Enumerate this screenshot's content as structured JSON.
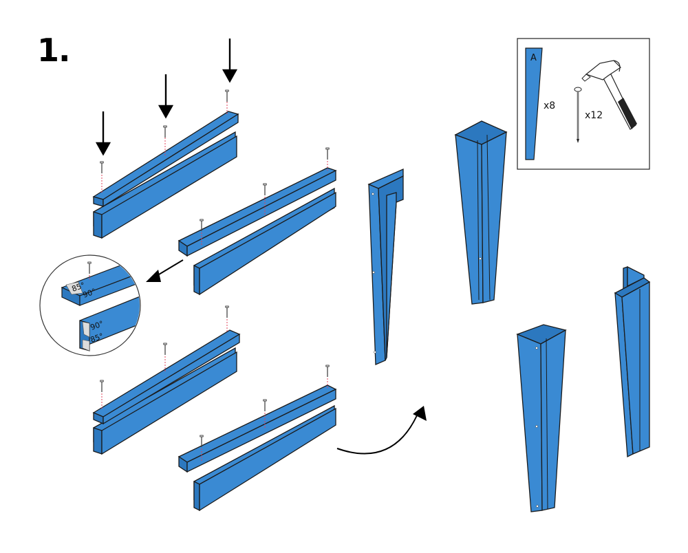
{
  "step": {
    "number": "1."
  },
  "parts_box": {
    "part_letter": "A",
    "part_quantity": "x8",
    "nail_quantity": "x12"
  },
  "detail_callout": {
    "top_board_angle_end": "85°",
    "top_board_angle_side": "90°",
    "bottom_board_angle_side": "90°",
    "bottom_board_angle_end": "85°"
  },
  "colors": {
    "wood": "#3a8ad3",
    "outline": "#1a1a1a",
    "guide": "#e0405a"
  },
  "icons": [
    "hammer-icon",
    "nail-icon",
    "arrow-icon",
    "magnifier-callout"
  ]
}
